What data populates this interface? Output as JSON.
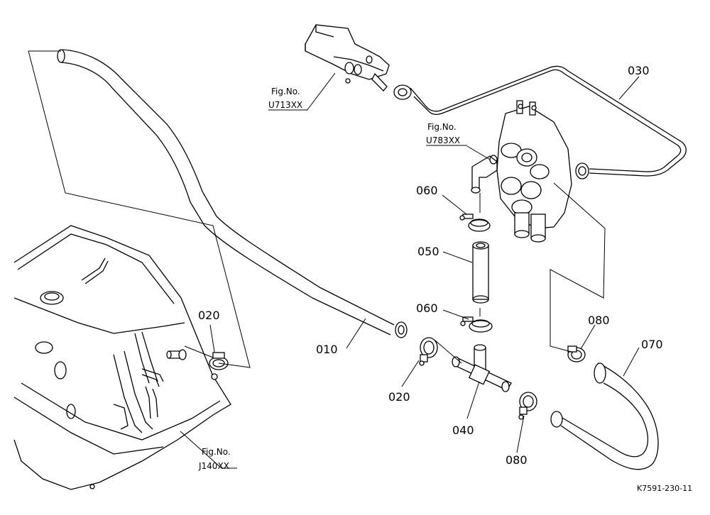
{
  "parts": {
    "p010": "010",
    "p020_left": "020",
    "p020_lower": "020",
    "p030": "030",
    "p040": "040",
    "p050": "050",
    "p060_upper": "060",
    "p060_lower": "060",
    "p070": "070",
    "p080_upper": "080",
    "p080_lower": "080"
  },
  "figure_refs": {
    "u713_caption": "Fig.No.",
    "u713_number": "U713XX",
    "u783_caption": "Fig.No.",
    "u783_number": "U783XX",
    "j140_caption": "Fig.No.",
    "j140_number": "J140XX"
  },
  "drawing_id": "K7591-230-11"
}
